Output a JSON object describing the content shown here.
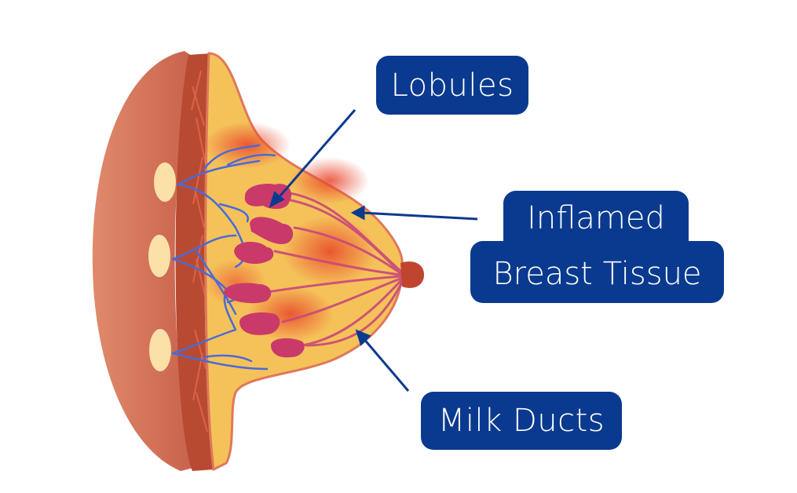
{
  "diagram": {
    "subject": "breast anatomy cross-section with mastitis",
    "labels": {
      "lobules": "Lobules",
      "inflamed_line1": "Inflamed",
      "inflamed_line2": "Breast Tissue",
      "milk_ducts": "Milk Ducts"
    },
    "colors": {
      "label_background": "#0a3a8f",
      "label_text": "#ffffff",
      "arrow": "#0a3a8f",
      "skin": "#d9735a",
      "muscle": "#b94a32",
      "fatty_tissue": "#f5c25a",
      "inflammation": "#e8452a",
      "lobule": "#c93a6a",
      "vessel": "#4a6ad8",
      "nipple": "#c0452e"
    }
  }
}
